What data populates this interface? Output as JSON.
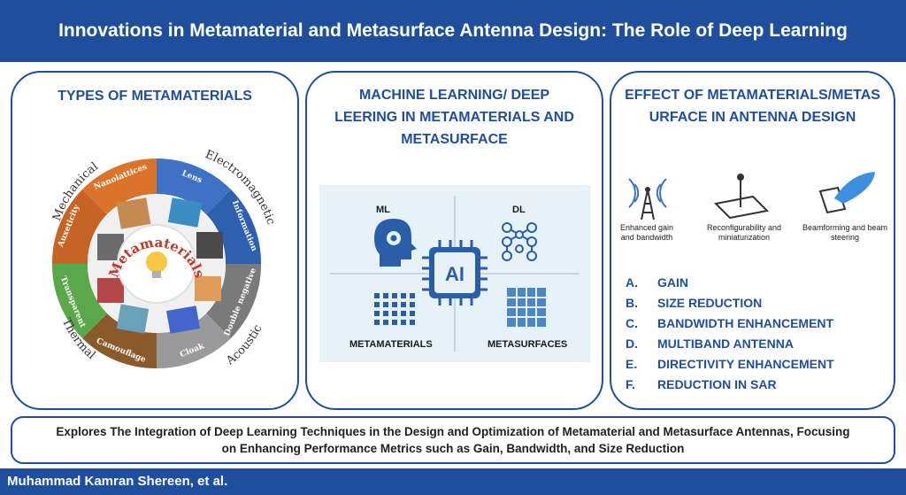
{
  "title": "Innovations in Metamaterial and Metasurface Antenna Design: The Role of Deep Learning",
  "panel1": {
    "title": "TYPES OF METAMATERIALS",
    "center_label": "Metamaterials",
    "outer_labels": [
      "Mechanical",
      "Electromagnetic",
      "Thermal",
      "Acoustic"
    ],
    "segments": [
      "Nanolattices",
      "Lens",
      "Information",
      "Double negative",
      "Cloak",
      "Camouflage",
      "Transparent",
      "Auxeticity"
    ]
  },
  "panel2": {
    "title": "MACHINE LEARNING/ DEEP LEERING IN METAMATERIALS AND METASURFACE",
    "ml_label": "ML",
    "dl_label": "DL",
    "ai_label": "AI",
    "metamaterials_label": "METAMATERIALS",
    "metasurfaces_label": "METASURFACES"
  },
  "panel3": {
    "title": "EFFECT OF METAMATERIALS/METASURFACE IN ANTENNA DESIGN",
    "icon_captions": [
      "Enhanced gain and bandwidth",
      "Reconfigurability and miniaturization",
      "Beamforming and beam steering"
    ],
    "effects": [
      {
        "letter": "A.",
        "text": "GAIN"
      },
      {
        "letter": "B.",
        "text": "SIZE REDUCTION"
      },
      {
        "letter": "C.",
        "text": "BANDWIDTH ENHANCEMENT"
      },
      {
        "letter": "D.",
        "text": "MULTIBAND ANTENNA"
      },
      {
        "letter": "E.",
        "text": "DIRECTIVITY ENHANCEMENT"
      },
      {
        "letter": "F.",
        "text": "REDUCTION IN SAR"
      }
    ]
  },
  "summary": "Explores The Integration of Deep Learning Techniques in the Design and Optimization of Metamaterial and Metasurface Antennas, Focusing on Enhancing Performance Metrics such as Gain, Bandwidth, and Size Reduction",
  "author": "Muhammad Kamran Shereen, et al.",
  "colors": {
    "brand": "#1f4e9c",
    "orange": "#d9742a",
    "blue": "#3f72c4",
    "gray": "#8c8c8c",
    "green": "#5aa84a",
    "brown": "#8a5a2b"
  }
}
